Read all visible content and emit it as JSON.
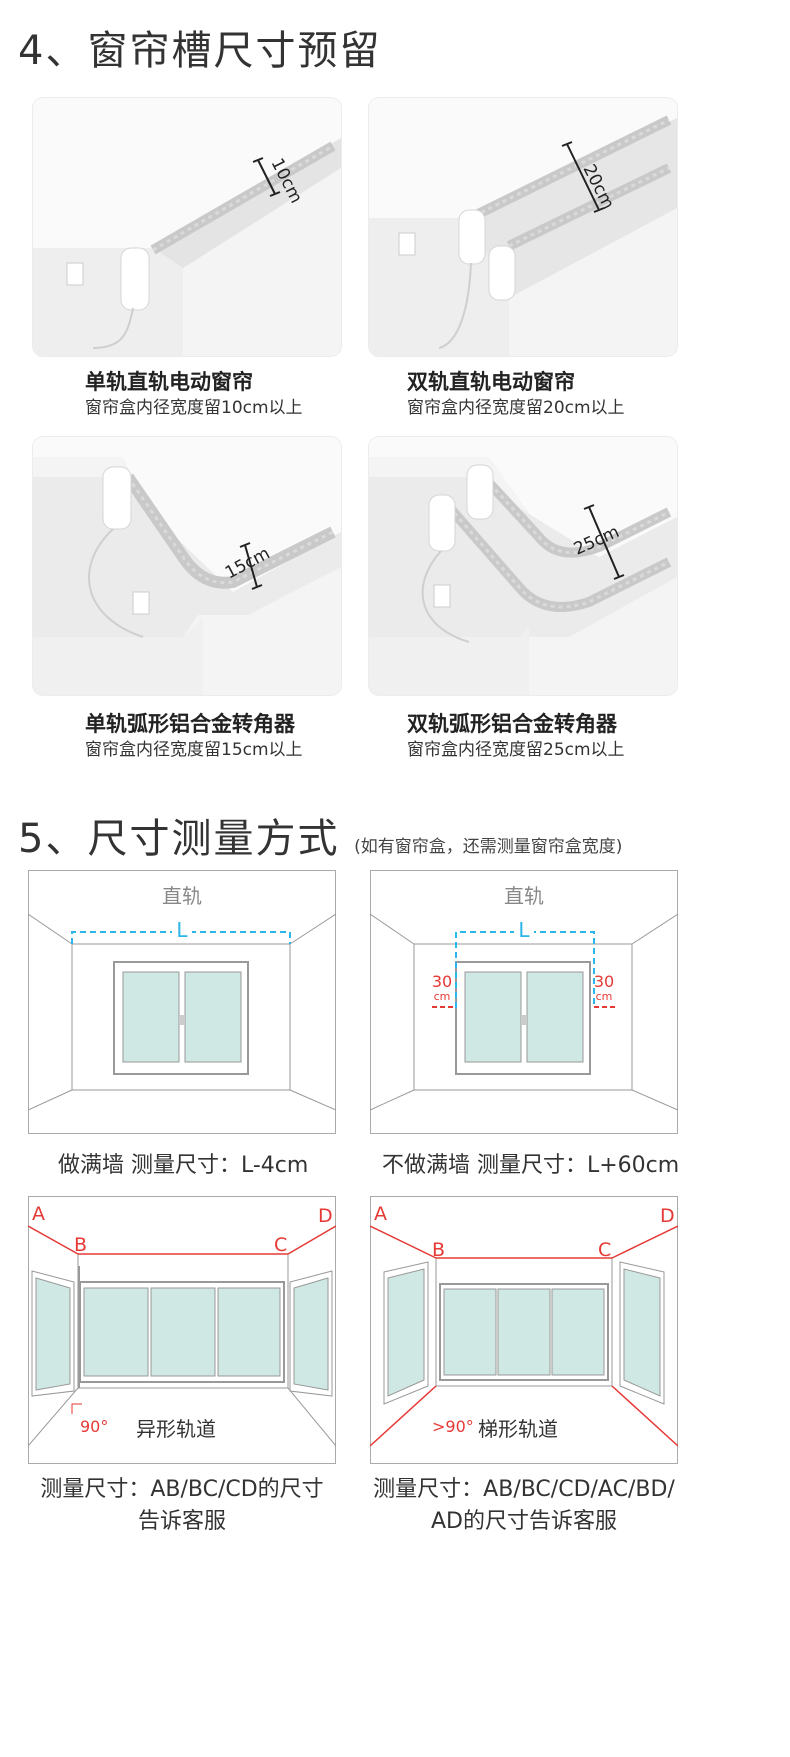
{
  "section4": {
    "title": "4、窗帘槽尺寸预留"
  },
  "cards": [
    {
      "dim": "10cm",
      "title": "单轨直轨电动窗帘",
      "subtitle": "窗帘盒内径宽度留10cm以上"
    },
    {
      "dim": "20cm",
      "title": "双轨直轨电动窗帘",
      "subtitle": "窗帘盒内径宽度留20cm以上"
    },
    {
      "dim": "15cm",
      "title": "单轨弧形铝合金转角器",
      "subtitle": "窗帘盒内径宽度留15cm以上"
    },
    {
      "dim": "25cm",
      "title": "双轨弧形铝合金转角器",
      "subtitle": "窗帘盒内径宽度留25cm以上"
    }
  ],
  "section5": {
    "title": "5、尺寸测量方式",
    "note": "(如有窗帘盒，还需测量窗帘盒宽度)"
  },
  "diagrams": {
    "full_wall": {
      "title": "直轨",
      "label_L": "L",
      "caption": "做满墙  测量尺寸：L-4cm"
    },
    "not_full_wall": {
      "title": "直轨",
      "label_L": "L",
      "left_offset": "30",
      "left_unit": "cm",
      "right_offset": "30",
      "right_unit": "cm",
      "caption": "不做满墙  测量尺寸：L+60cm"
    },
    "irregular": {
      "label_a": "A",
      "label_b": "B",
      "label_c": "C",
      "label_d": "D",
      "angle": "90°",
      "name": "异形轨道",
      "caption_line1": "测量尺寸：AB/BC/CD的尺寸",
      "caption_line2": "告诉客服"
    },
    "trapezoid": {
      "label_a": "A",
      "label_b": "B",
      "label_c": "C",
      "label_d": "D",
      "angle": ">90°",
      "name": "梯形轨道",
      "caption_line1": "测量尺寸：AB/BC/CD/AC/BD/",
      "caption_line2": "AD的尺寸告诉客服"
    }
  },
  "colors": {
    "accent_red": "#e53935",
    "accent_blue": "#2cb5e8",
    "glass": "#cfe8e4"
  }
}
